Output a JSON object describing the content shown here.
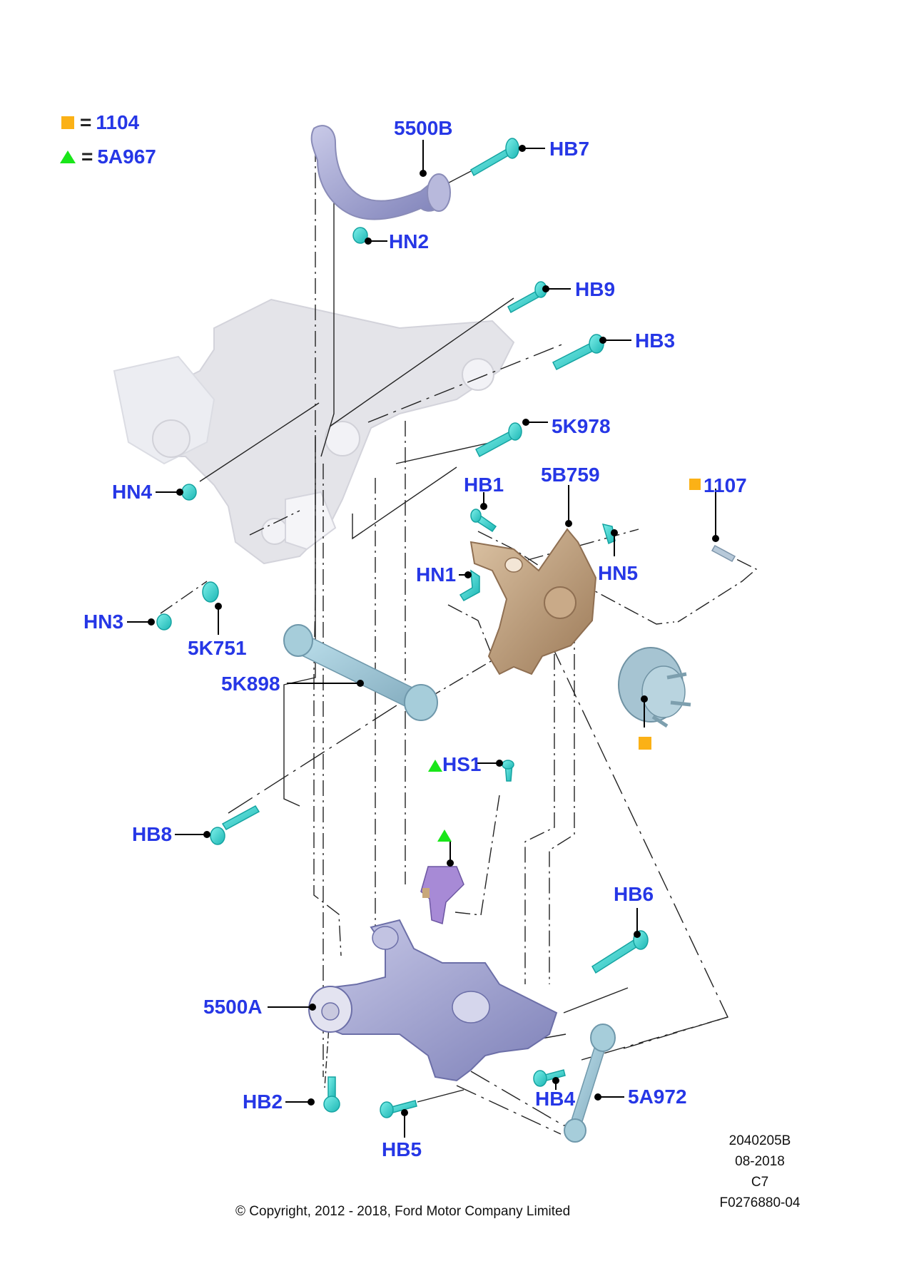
{
  "legend": {
    "items": [
      {
        "symbol": "orange-square",
        "color": "#fbb116",
        "equals": "=",
        "value": "1104"
      },
      {
        "symbol": "green-triangle",
        "color": "#19e619",
        "equals": "=",
        "value": "5A967"
      }
    ]
  },
  "callouts": {
    "5500B": "5500B",
    "HB7": "HB7",
    "HN2": "HN2",
    "HB9": "HB9",
    "HB3": "HB3",
    "HN4": "HN4",
    "5K978": "5K978",
    "HB1": "HB1",
    "5B759": "5B759",
    "1107": "1107",
    "HN1": "HN1",
    "HN5": "HN5",
    "HN3": "HN3",
    "5K751": "5K751",
    "5K898": "5K898",
    "HB8": "HB8",
    "HS1": "HS1",
    "HB6": "HB6",
    "5500A": "5500A",
    "HB2": "HB2",
    "HB4": "HB4",
    "5A972": "5A972",
    "HB5": "HB5"
  },
  "reference": {
    "illustration_id": "2040205B",
    "date": "08-2018",
    "code": "C7",
    "figure_number": "F0276880-04"
  },
  "footer": {
    "copyright": "© Copyright, 2012 - 2018, Ford Motor Company Limited"
  },
  "colors": {
    "label_blue": "#2637e6",
    "fastener_cyan": "#2fd3cf",
    "arm_lavender": "#9d9fcf",
    "knuckle_tan": "#b99a78",
    "hub_blue": "#8fb3c4",
    "subframe_gray": "#d9d9de",
    "bracket_purple": "#9b7fd0",
    "marker_orange": "#fbb116",
    "marker_green": "#19e619"
  }
}
